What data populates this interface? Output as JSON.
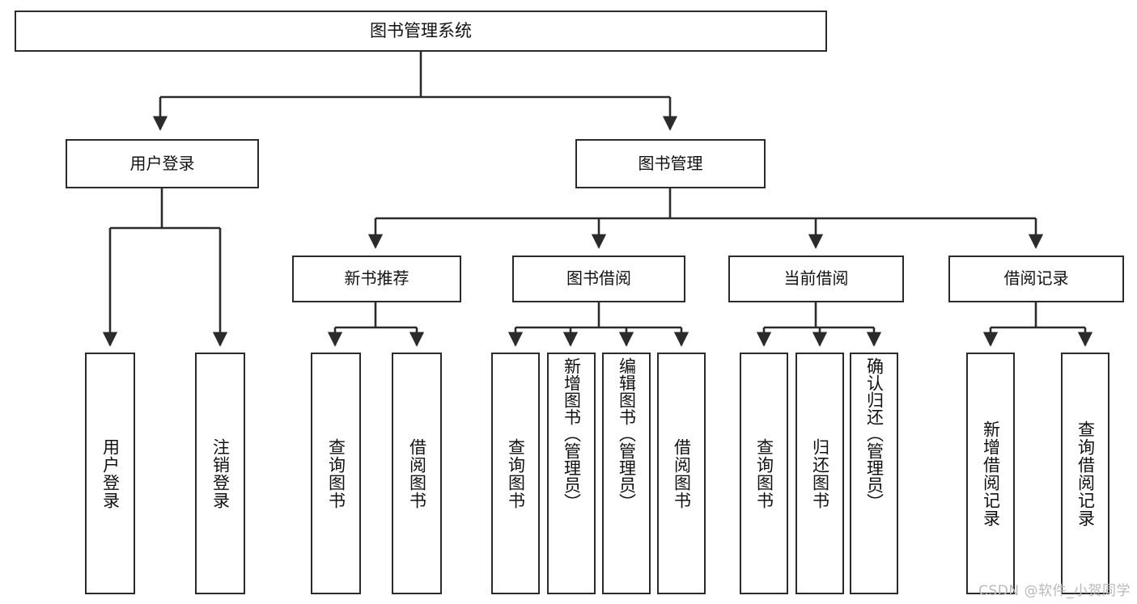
{
  "diagram": {
    "title": "图书管理系统",
    "type": "tree-hierarchy-chart",
    "watermark": "CSDN @软件_小贺同学",
    "line_color": "#2b2b2b",
    "background_color": "#ffffff",
    "text_color": "#111111"
  },
  "nodes": {
    "root": {
      "label": "图书管理系统"
    },
    "level1": [
      {
        "label": "用户登录"
      },
      {
        "label": "图书管理"
      }
    ],
    "level2": [
      {
        "label": "新书推荐"
      },
      {
        "label": "图书借阅"
      },
      {
        "label": "当前借阅"
      },
      {
        "label": "借阅记录"
      }
    ],
    "leaves": {
      "user_login": [
        {
          "label": "用户登录"
        },
        {
          "label": "注销登录"
        }
      ],
      "new_book_recommend": [
        {
          "label": "查询图书"
        },
        {
          "label": "借阅图书"
        }
      ],
      "book_borrow": [
        {
          "label": "查询图书"
        },
        {
          "label": "新增图书（管理员）"
        },
        {
          "label": "编辑图书（管理员）"
        },
        {
          "label": "借阅图书"
        }
      ],
      "current_borrow": [
        {
          "label": "查询图书"
        },
        {
          "label": "归还图书"
        },
        {
          "label": "确认归还（管理员）"
        }
      ],
      "borrow_records": [
        {
          "label": "新增借阅记录"
        },
        {
          "label": "查询借阅记录"
        }
      ]
    }
  }
}
